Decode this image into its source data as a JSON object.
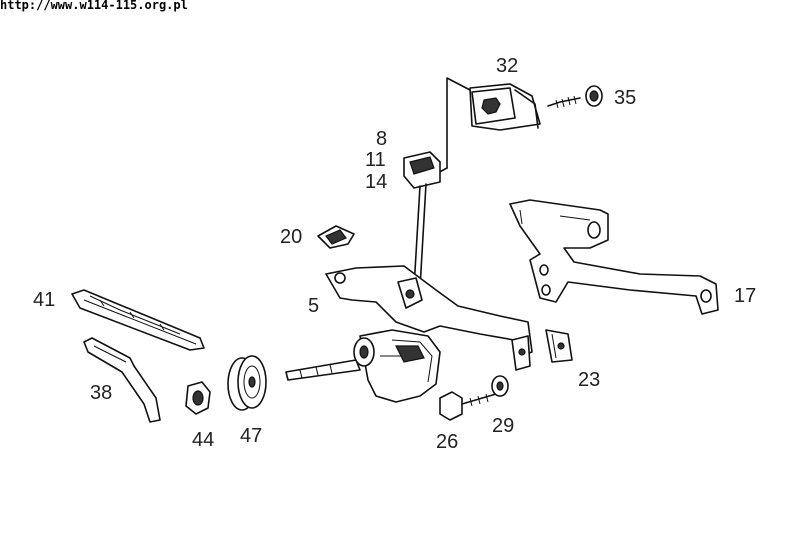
{
  "watermark": "http://www.w114-115.org.pl",
  "callouts": [
    "32",
    "35",
    "8",
    "11",
    "14",
    "20",
    "41",
    "5",
    "17",
    "23",
    "38",
    "44",
    "47",
    "26",
    "29"
  ]
}
